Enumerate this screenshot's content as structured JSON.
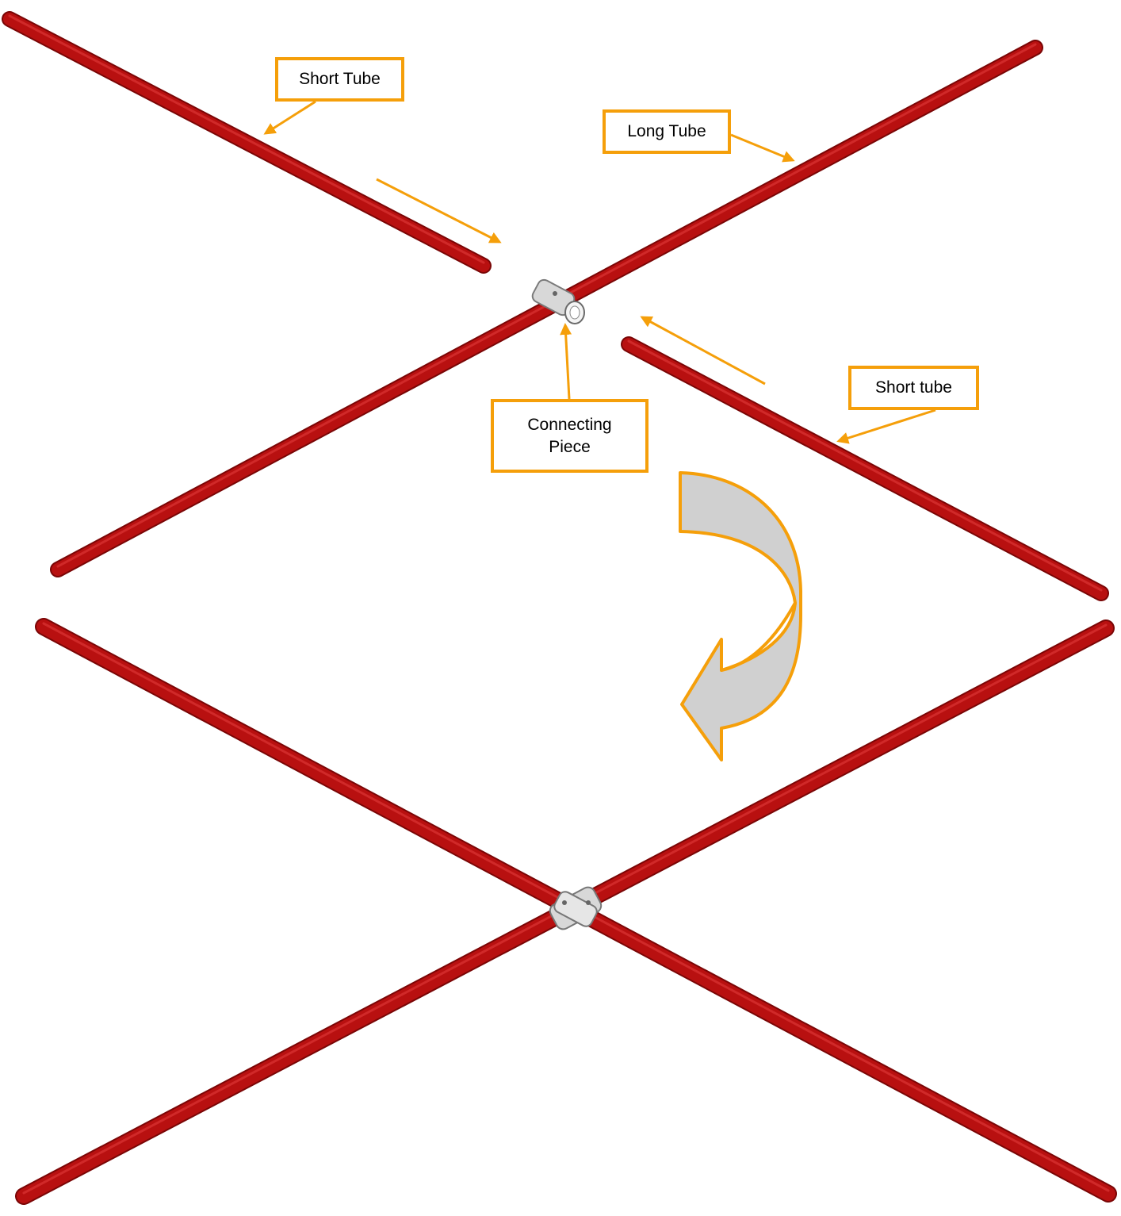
{
  "labels": {
    "short_tube_top": "Short Tube",
    "long_tube": "Long Tube",
    "short_tube_right": "Short tube",
    "connecting_piece_line1": "Connecting",
    "connecting_piece_line2": "Piece"
  },
  "colors": {
    "tube": "#b81010",
    "tube_highlight": "#e03a3a",
    "tube_shadow": "#7a0606",
    "callout": "#f59f0a",
    "connector": "#d8d8d8",
    "curved_arrow_fill": "#d0d0d0",
    "background": "#ffffff"
  },
  "icons": {
    "assembly_arrow": "curved-down-arrow-icon",
    "connector": "cross-clamp-icon"
  }
}
